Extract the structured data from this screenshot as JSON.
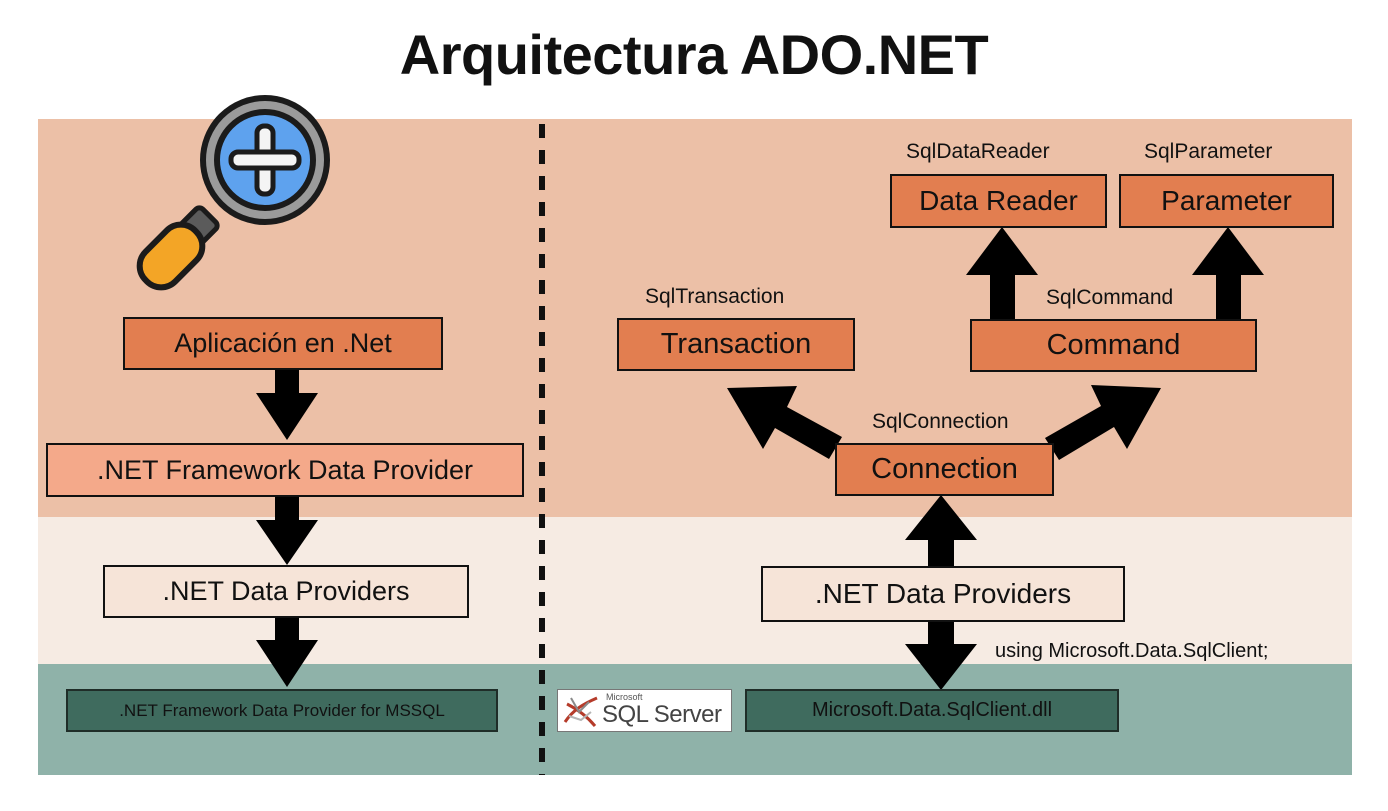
{
  "title": "Arquitectura ADO.NET",
  "left": {
    "app": "Aplicación en .Net",
    "framework_provider": ".NET Framework Data Provider",
    "data_providers": ".NET Data Providers",
    "mssql_provider": ".NET Framework Data Provider for MSSQL"
  },
  "right": {
    "transaction": {
      "class": "SqlTransaction",
      "label": "Transaction"
    },
    "command": {
      "class": "SqlCommand",
      "label": "Command"
    },
    "data_reader": {
      "class": "SqlDataReader",
      "label": "Data Reader"
    },
    "parameter": {
      "class": "SqlParameter",
      "label": "Parameter"
    },
    "connection": {
      "class": "SqlConnection",
      "label": "Connection"
    },
    "data_providers": ".NET Data Providers",
    "using_statement": "using Microsoft.Data.SqlClient;",
    "dll": "Microsoft.Data.SqlClient.dll",
    "sql_logo": {
      "brand": "Microsoft",
      "product": "SQL Server"
    }
  },
  "colors": {
    "band_top": "#ecc0a7",
    "band_mid": "#f6ebe3",
    "band_bot": "#8fb2a9",
    "box_dark": "#e27e50",
    "box_salmon": "#f4a98a",
    "box_light": "#f6e4d8",
    "box_green": "#3f6b5e"
  },
  "icons": [
    "magnifier-plus-icon",
    "sql-server-logo-icon"
  ]
}
